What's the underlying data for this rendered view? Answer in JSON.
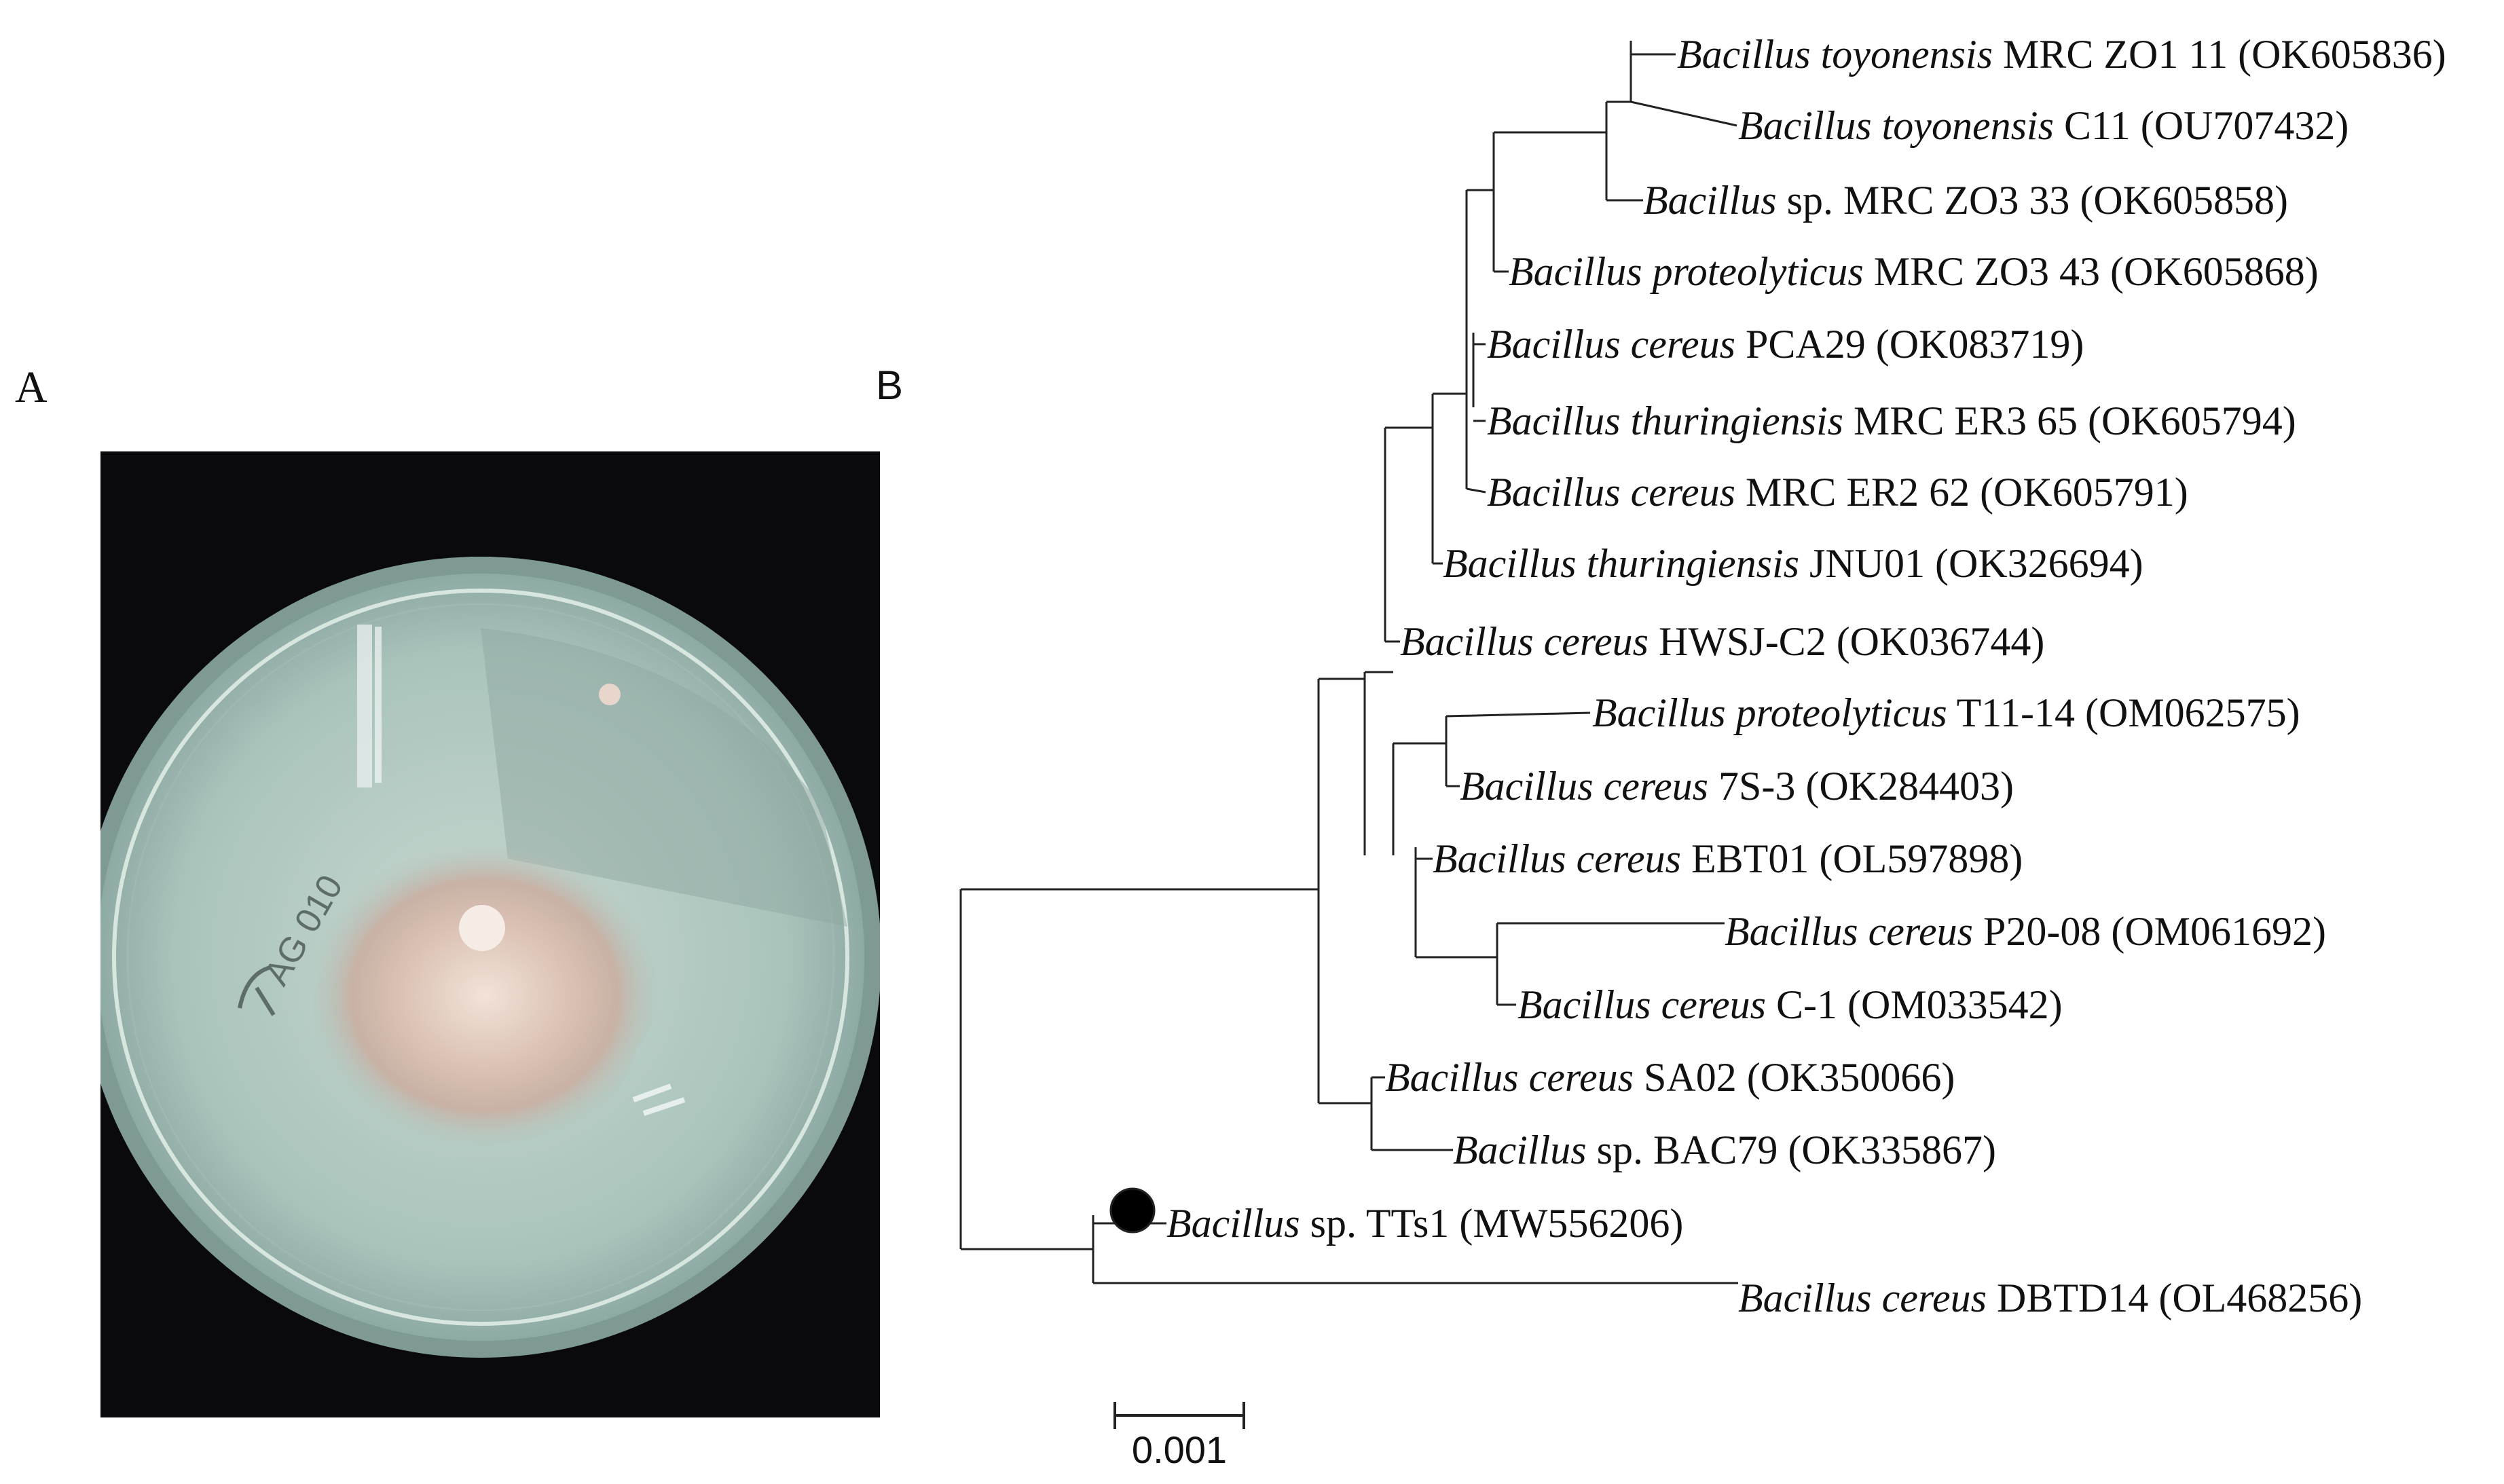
{
  "panels": {
    "a": "A",
    "b": "B"
  },
  "photo": {
    "description_visible_text": "AG 010"
  },
  "tree": {
    "taxa": [
      {
        "genus": "Bacillus toyonensis",
        "rest": "MRC ZO1 11 (OK605836)"
      },
      {
        "genus": "Bacillus toyonensis",
        "rest": "C11 (OU707432)"
      },
      {
        "genus": "Bacillus",
        "rest": "sp. MRC ZO3 33 (OK605858)"
      },
      {
        "genus": "Bacillus proteolyticus",
        "rest": "MRC ZO3 43 (OK605868)"
      },
      {
        "genus": "Bacillus cereus",
        "rest": "PCA29 (OK083719)"
      },
      {
        "genus": "Bacillus thuringiensis",
        "rest": "MRC ER3 65 (OK605794)"
      },
      {
        "genus": "Bacillus cereus",
        "rest": "MRC ER2 62 (OK605791)"
      },
      {
        "genus": "Bacillus thuringiensis",
        "rest": "JNU01 (OK326694)"
      },
      {
        "genus": "Bacillus cereus",
        "rest": "HWSJ-C2 (OK036744)"
      },
      {
        "genus": "Bacillus proteolyticus",
        "rest": "T11-14 (OM062575)"
      },
      {
        "genus": "Bacillus cereus",
        "rest": "7S-3 (OK284403)"
      },
      {
        "genus": "Bacillus cereus",
        "rest": "EBT01 (OL597898)"
      },
      {
        "genus": "Bacillus cereus",
        "rest": "P20-08 (OM061692)"
      },
      {
        "genus": "Bacillus cereus",
        "rest": "C-1 (OM033542)"
      },
      {
        "genus": "Bacillus cereus",
        "rest": "SA02 (OK350066)"
      },
      {
        "genus": "Bacillus",
        "rest": "sp. BAC79 (OK335867)"
      },
      {
        "genus": "Bacillus",
        "rest": "sp. TTs1 (MW556206)"
      },
      {
        "genus": "Bacillus cereus",
        "rest": "DBTD14 (OL468256)"
      }
    ],
    "scale_bar": "0.001"
  }
}
